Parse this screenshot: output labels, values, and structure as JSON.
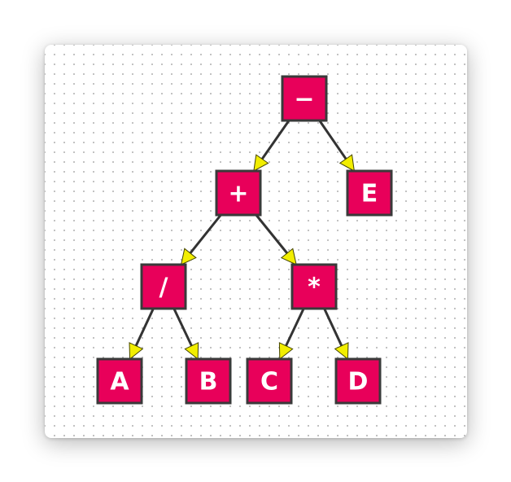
{
  "colors": {
    "node_fill": "#e8005a",
    "node_border": "#3a3a3a",
    "node_text": "#ffffff",
    "edge": "#333333",
    "arrowhead": "#f2ee00"
  },
  "diagram": {
    "type": "expression-tree",
    "nodes": [
      {
        "id": "minus",
        "label": "−"
      },
      {
        "id": "plus",
        "label": "+"
      },
      {
        "id": "e",
        "label": "E"
      },
      {
        "id": "slash",
        "label": "/"
      },
      {
        "id": "star",
        "label": "*"
      },
      {
        "id": "a",
        "label": "A"
      },
      {
        "id": "b",
        "label": "B"
      },
      {
        "id": "c",
        "label": "C"
      },
      {
        "id": "d",
        "label": "D"
      }
    ],
    "edges": [
      {
        "from": "minus",
        "to": "plus"
      },
      {
        "from": "minus",
        "to": "e"
      },
      {
        "from": "plus",
        "to": "slash"
      },
      {
        "from": "plus",
        "to": "star"
      },
      {
        "from": "slash",
        "to": "a"
      },
      {
        "from": "slash",
        "to": "b"
      },
      {
        "from": "star",
        "to": "c"
      },
      {
        "from": "star",
        "to": "d"
      }
    ]
  }
}
